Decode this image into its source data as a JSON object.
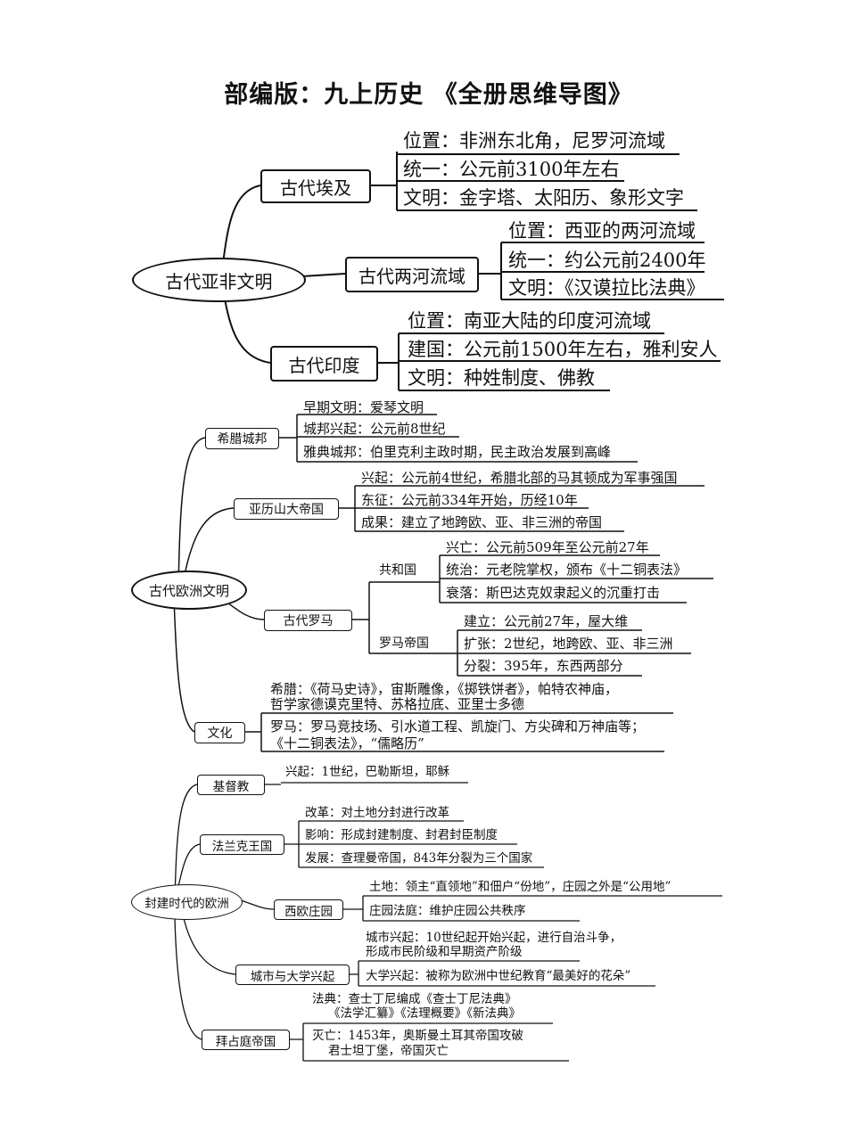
{
  "title": "部编版：九上历史 《全册思维导图》",
  "section1": {
    "root": "古代亚非文明",
    "branches": [
      {
        "label": "古代埃及",
        "items": [
          "位置：非洲东北角，尼罗河流域",
          "统一：公元前3100年左右",
          "文明：金字塔、太阳历、象形文字"
        ]
      },
      {
        "label": "古代两河流域",
        "items": [
          "位置：西亚的两河流域",
          "统一：约公元前2400年",
          "文明：《汉谟拉比法典》"
        ]
      },
      {
        "label": "古代印度",
        "items": [
          "位置：南亚大陆的印度河流域",
          "建国：公元前1500年左右，雅利安人",
          "文明：种姓制度、佛教"
        ]
      }
    ]
  },
  "section2": {
    "root": "古代欧洲文明",
    "branches": [
      {
        "label": "希腊城邦",
        "items": [
          "早期文明：爱琴文明",
          "城邦兴起：公元前8世纪",
          "雅典城邦：伯里克利主政时期，民主政治发展到高峰"
        ]
      },
      {
        "label": "亚历山大帝国",
        "items": [
          "兴起：公元前4世纪，希腊北部的马其顿成为军事强国",
          "东征：公元前334年开始，历经10年",
          "成果：建立了地跨欧、亚、非三洲的帝国"
        ]
      },
      {
        "label": "古代罗马",
        "sub": [
          {
            "label": "共和国",
            "items": [
              "兴亡：公元前509年至公元前27年",
              "统治：元老院掌权，颁布《十二铜表法》",
              "衰落：斯巴达克奴隶起义的沉重打击"
            ]
          },
          {
            "label": "罗马帝国",
            "items": [
              "建立：公元前27年，屋大维",
              "扩张：2世纪，地跨欧、亚、非三洲",
              "分裂：395年，东西两部分"
            ]
          }
        ]
      },
      {
        "label": "文化",
        "items": [
          "希腊：《荷马史诗》，宙斯雕像，《掷铁饼者》，帕特农神庙，",
          "哲学家德谟克里特、苏格拉底、亚里士多德",
          "罗马：罗马竞技场、引水道工程、凯旋门、方尖碑和万神庙等；",
          "《十二铜表法》，“儒略历”"
        ]
      }
    ]
  },
  "section3": {
    "root": "封建时代的欧洲",
    "branches": [
      {
        "label": "基督教",
        "items": [
          "兴起：1世纪，巴勒斯坦，耶稣"
        ]
      },
      {
        "label": "法兰克王国",
        "items": [
          "改革：对土地分封进行改革",
          "影响：形成封建制度、封君封臣制度",
          "发展：查理曼帝国，843年分裂为三个国家"
        ]
      },
      {
        "label": "西欧庄园",
        "items": [
          "土地：领主“直领地”和佃户“份地”，庄园之外是“公用地”",
          "庄园法庭：维护庄园公共秩序"
        ]
      },
      {
        "label": "城市与大学兴起",
        "items": [
          "城市兴起：10世纪起开始兴起，进行自治斗争，",
          "形成市民阶级和早期资产阶级",
          "大学兴起：被称为欧洲中世纪教育“最美好的花朵”"
        ]
      },
      {
        "label": "拜占庭帝国",
        "items": [
          "法典：查士丁尼编成《查士丁尼法典》",
          "《法学汇纂》《法理概要》《新法典》",
          "灭亡：1453年，奥斯曼土耳其帝国攻破",
          "君士坦丁堡，帝国灭亡"
        ]
      }
    ]
  }
}
